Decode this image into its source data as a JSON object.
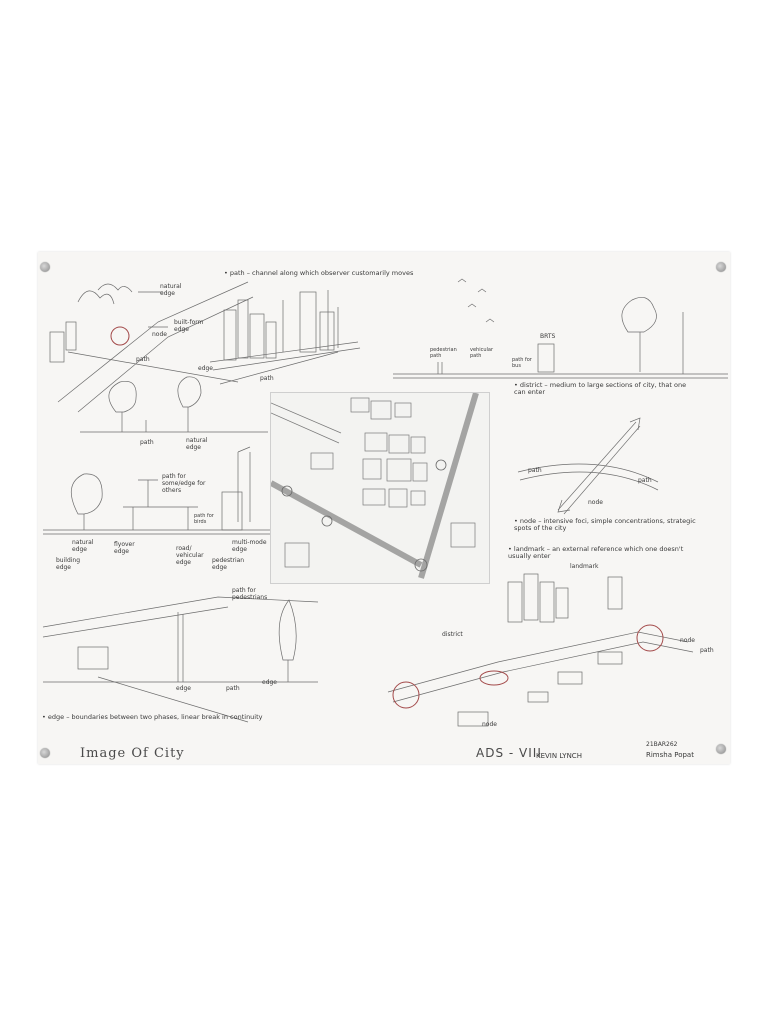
{
  "labels": {
    "natural_edge_1": "natural\nedge",
    "node_1": "node",
    "built_form_edge": "built-form\nedge",
    "path_1": "path",
    "path_note": "• path – channel along which observer customarily moves",
    "edge_1": "edge",
    "path_2": "path",
    "pedestrian_path": "pedestrian\npath",
    "vehicular_path": "vehicular\npath",
    "path_for_bus": "path for\nbus",
    "brts": "BRTS",
    "district_note": "• district – medium to large sections of city, that one\ncan enter",
    "path_3": "path",
    "natural_edge_2": "natural\nedge",
    "path_for_some_edge": "path for\nsome/edge for\nothers",
    "path_for_birds": "path for\nbirds",
    "natural_edge_3": "natural\nedge",
    "flyover_edge": "flyover\nedge",
    "road_vehicular_edge": "road/\nvehicular\nedge",
    "multi_mode_edge": "multi-mode\nedge",
    "building_edge": "building\nedge",
    "pedestrian_edge": "pedestrian\nedge",
    "path_for_pedestrians": "path for\npedestrians",
    "path_cross_1": "path",
    "path_cross_2": "path",
    "node_cross": "node",
    "node_note": "• node – intensive foci, simple concentrations, strategic\nspots of the city",
    "landmark_note": "• landmark – an external reference which one doesn't\nusually enter",
    "landmark": "landmark",
    "district": "district",
    "node_iso_1": "node",
    "path_iso": "path",
    "node_iso_2": "node",
    "edge_2": "edge",
    "path_4": "path",
    "edge_3": "edge",
    "edge_note": "• edge – boundaries between two phases, linear break in continuity"
  },
  "footer": {
    "title": "Image Of City",
    "course": "ADS - VIII",
    "author_ref": "KEVIN LYNCH",
    "student_id": "21BAR262",
    "student_name": "Rimsha Popat"
  }
}
